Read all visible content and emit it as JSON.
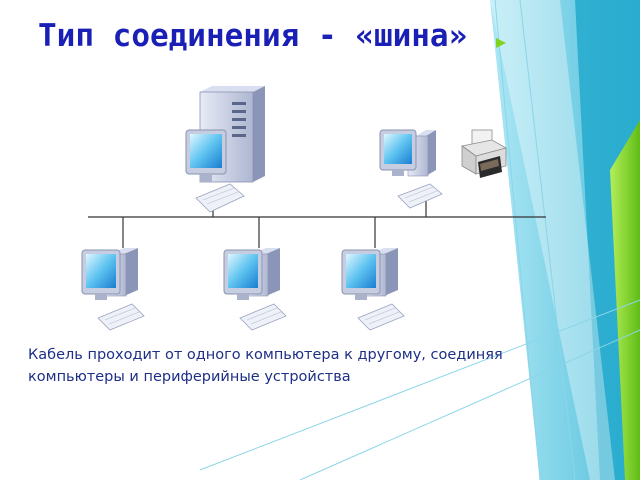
{
  "slide": {
    "title": "Тип соединения - «шина»",
    "caption_lines": [
      "Кабель проходит от одного компьютера к другому, соединяя",
      "компьютеры и периферийные устройства"
    ]
  },
  "icons": {
    "server": "server-icon",
    "workstation": "workstation-icon",
    "printer": "printer-icon"
  },
  "colors": {
    "title": "#1a1fb6",
    "caption": "#1e2f86",
    "accent_green": "#7fd31f",
    "accent_teal": "#36b6d6"
  }
}
